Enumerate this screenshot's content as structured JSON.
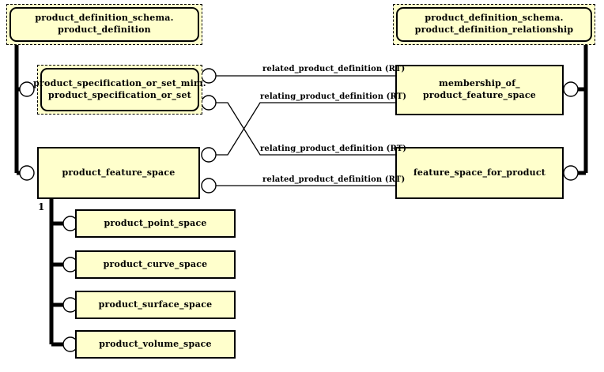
{
  "diagram": {
    "type": "express-g-entity-level-diagram",
    "colors": {
      "entity_fill": "#ffffcc",
      "stroke": "#000000",
      "background": "#ffffff"
    },
    "cardinality_labels": {
      "subtype_tree": "1"
    }
  },
  "external_schema_refs": [
    {
      "id": "ref-product-definition",
      "schema": "product_definition_schema.",
      "entity": "product_definition",
      "text": "product_definition_schema.\nproduct_definition"
    },
    {
      "id": "ref-product-specification-or-set",
      "schema": "product_specification_or_set_mim.",
      "entity": "product_specification_or_set",
      "text": "product_specification_or_set_mim.\nproduct_specification_or_set"
    },
    {
      "id": "ref-product-definition-relationship",
      "schema": "product_definition_schema.",
      "entity": "product_definition_relationship",
      "text": "product_definition_schema.\nproduct_definition_relationship"
    }
  ],
  "entities": [
    {
      "id": "product_feature_space",
      "text": "product_feature_space"
    },
    {
      "id": "membership_of_product_feature_space",
      "text": "membership_of_\nproduct_feature_space"
    },
    {
      "id": "feature_space_for_product",
      "text": "feature_space_for_product"
    },
    {
      "id": "product_point_space",
      "text": "product_point_space"
    },
    {
      "id": "product_curve_space",
      "text": "product_curve_space"
    },
    {
      "id": "product_surface_space",
      "text": "product_surface_space"
    },
    {
      "id": "product_volume_space",
      "text": "product_volume_space"
    }
  ],
  "attribute_labels": [
    {
      "id": "attr-1",
      "text": "related_product_definition (RT)"
    },
    {
      "id": "attr-2",
      "text": "relating_product_definition (RT)"
    },
    {
      "id": "attr-3",
      "text": "relating_product_definition (RT)"
    },
    {
      "id": "attr-4",
      "text": "related_product_definition (RT)"
    }
  ]
}
